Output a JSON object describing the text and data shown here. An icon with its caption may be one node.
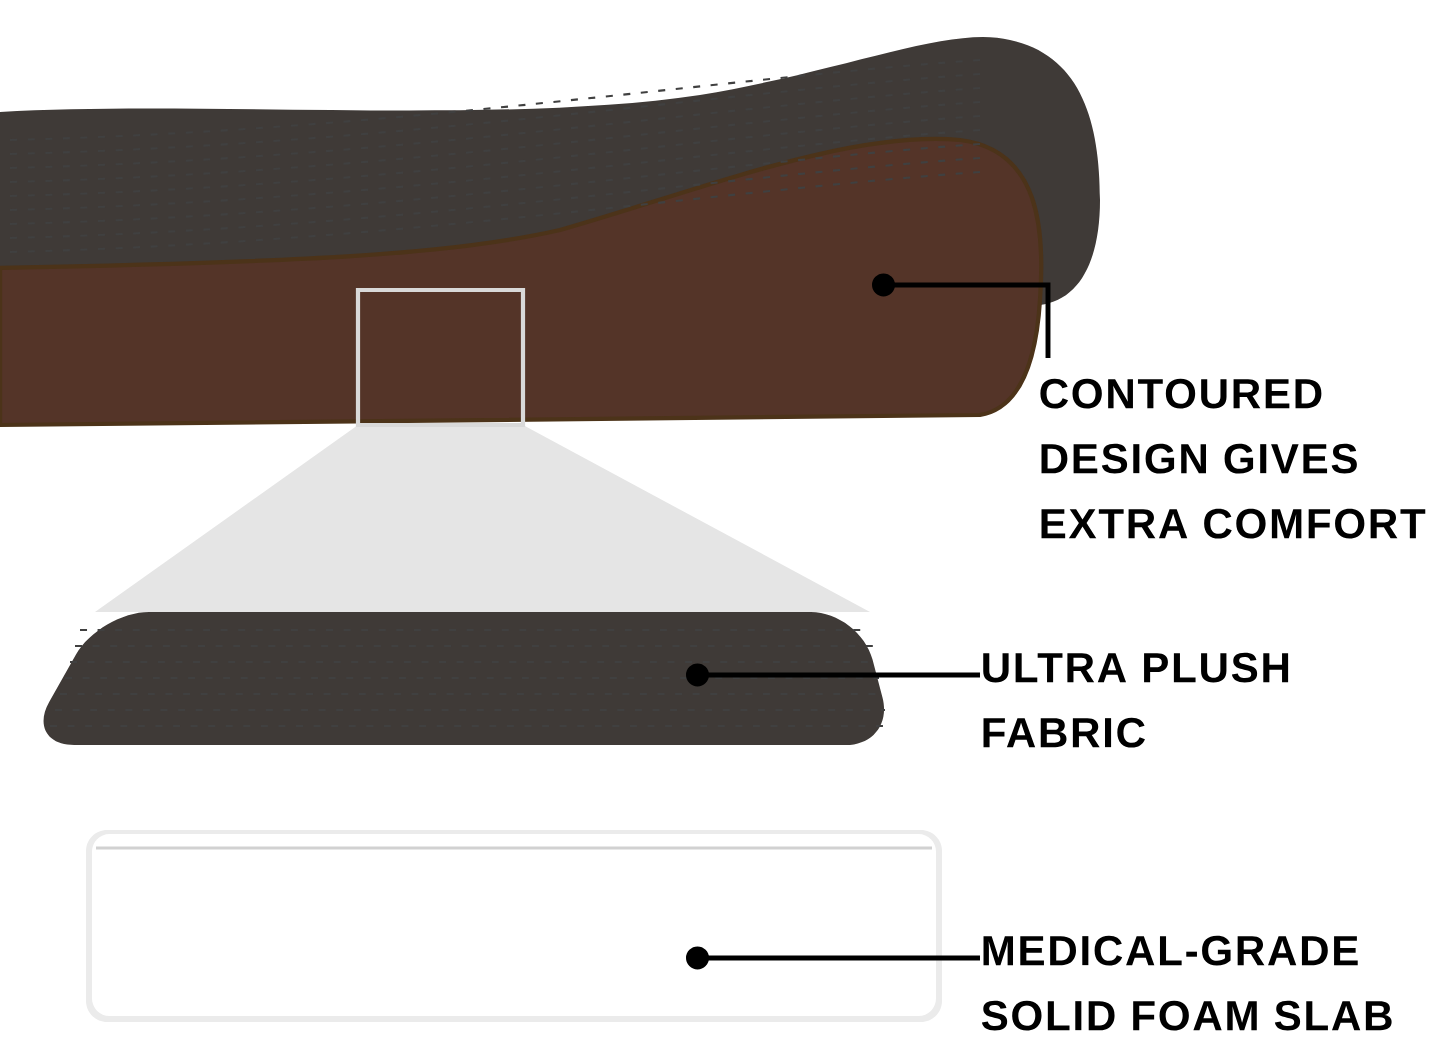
{
  "diagram": {
    "nodes": [
      {
        "text": [],
        "shape": "picture"
      },
      {
        "text": [
          "CONTOURED DESIGN GIVES EXTRA COMFORT"
        ]
      },
      {
        "text": [],
        "shape": "picture"
      },
      {
        "text": [
          "ULTRA PLUSH FABRIC"
        ]
      },
      {
        "text": [],
        "shape": "picture"
      },
      {
        "text": [
          "MEDICAL-GRADE SOLID FOAM SLAB"
        ]
      }
    ],
    "edges": [
      {
        "from": 1,
        "to": 0,
        "arrow": "other"
      },
      {
        "from": 3,
        "to": 2,
        "arrow": "other"
      },
      {
        "from": 5,
        "to": 4,
        "arrow": "other"
      }
    ]
  }
}
